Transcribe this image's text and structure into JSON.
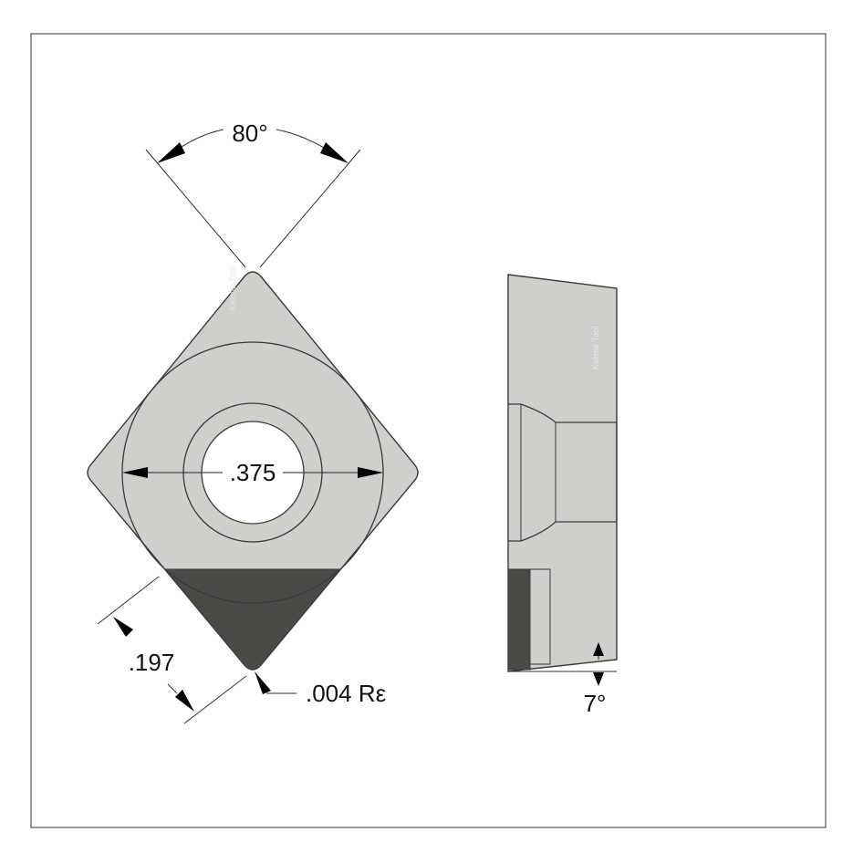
{
  "dimensions": {
    "included_angle": "80°",
    "hole_diameter": ".375",
    "tip_length": ".197",
    "corner_radius": ".004 Rε",
    "clearance_angle": "7°"
  },
  "watermark": "Kelmar Tool",
  "colors": {
    "insert_body": "#cfcfcb",
    "pcd_tip": "#4b4a46",
    "outline": "#3a3a3a",
    "frame": "#555555",
    "arrowhead": "#000000"
  }
}
